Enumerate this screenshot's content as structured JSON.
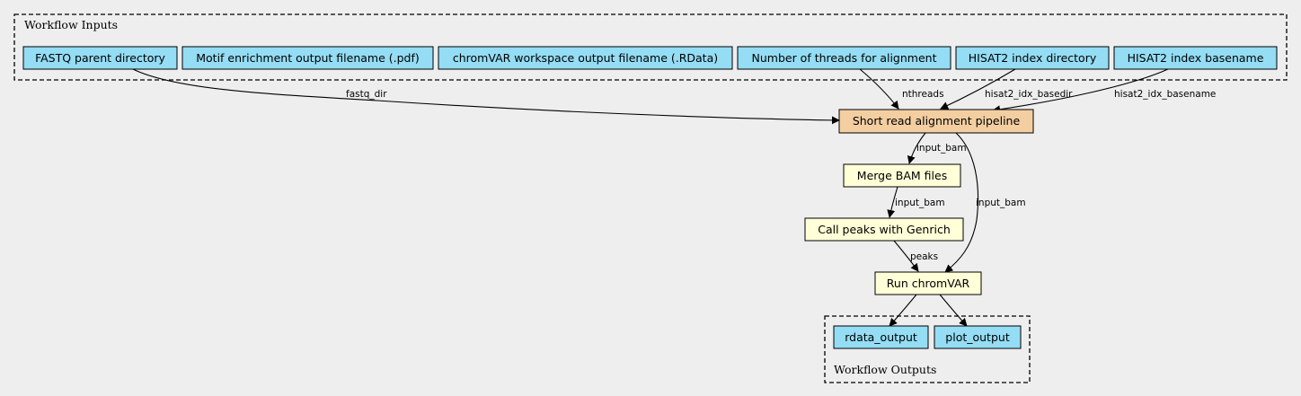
{
  "clusters": {
    "inputs_label": "Workflow Inputs",
    "outputs_label": "Workflow Outputs"
  },
  "inputs": [
    {
      "id": "fastq_dir",
      "label": "FASTQ parent directory"
    },
    {
      "id": "plot_filename",
      "label": "Motif enrichment output filename (.pdf)"
    },
    {
      "id": "rdata_filename",
      "label": "chromVAR workspace output filename (.RData)"
    },
    {
      "id": "nthreads",
      "label": "Number of threads for alignment"
    },
    {
      "id": "hisat2_idx_basedir",
      "label": "HISAT2 index directory"
    },
    {
      "id": "hisat2_idx_basename",
      "label": "HISAT2 index basename"
    }
  ],
  "steps": {
    "align": {
      "label": "Short read alignment pipeline"
    },
    "merge": {
      "label": "Merge BAM files"
    },
    "peaks": {
      "label": "Call peaks with Genrich"
    },
    "chromvar": {
      "label": "Run chromVAR"
    }
  },
  "outputs": [
    {
      "id": "rdata_output",
      "label": "rdata_output"
    },
    {
      "id": "plot_output",
      "label": "plot_output"
    }
  ],
  "edges": [
    {
      "from": "fastq_dir",
      "to": "align",
      "label": "fastq_dir"
    },
    {
      "from": "nthreads",
      "to": "align",
      "label": "nthreads"
    },
    {
      "from": "hisat2_idx_basedir",
      "to": "align",
      "label": "hisat2_idx_basedir"
    },
    {
      "from": "hisat2_idx_basename",
      "to": "align",
      "label": "hisat2_idx_basename"
    },
    {
      "from": "align",
      "to": "merge",
      "label": "input_bam"
    },
    {
      "from": "merge",
      "to": "peaks",
      "label": "input_bam"
    },
    {
      "from": "align",
      "to": "chromvar",
      "label": "input_bam"
    },
    {
      "from": "peaks",
      "to": "chromvar",
      "label": "peaks"
    },
    {
      "from": "chromvar",
      "to": "rdata_output",
      "label": ""
    },
    {
      "from": "chromvar",
      "to": "plot_output",
      "label": ""
    }
  ],
  "colors": {
    "input_fill": "#94ddf4",
    "tool_fill": "#ffffd8",
    "subworkflow_fill": "#f3cea1",
    "background": "#eeeeee"
  }
}
